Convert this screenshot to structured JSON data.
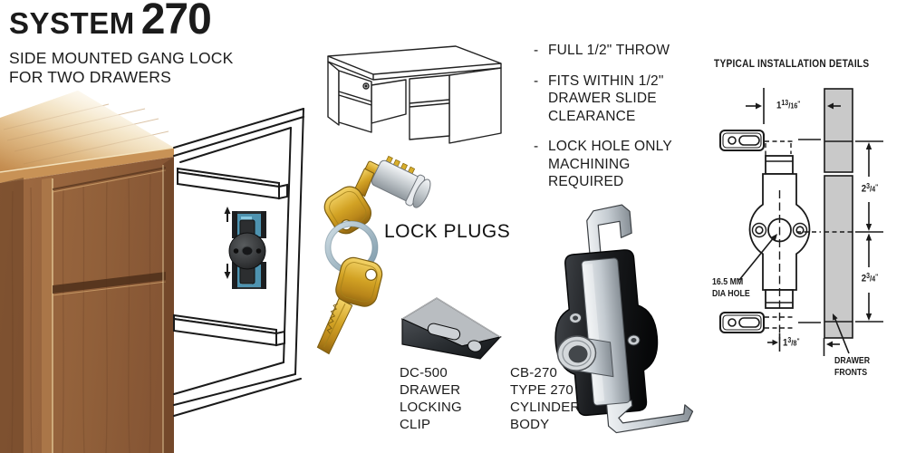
{
  "header": {
    "title_word": "SYSTEM",
    "title_number": "270",
    "subtitle_line1": "SIDE MOUNTED GANG LOCK",
    "subtitle_line2": "FOR TWO DRAWERS"
  },
  "features": {
    "bullet": "-",
    "items": [
      {
        "lines": [
          "FULL 1/2\" THROW"
        ]
      },
      {
        "lines": [
          "FITS WITHIN 1/2\"",
          "DRAWER SLIDE",
          "CLEARANCE"
        ]
      },
      {
        "lines": [
          "LOCK HOLE ONLY",
          "MACHINING",
          "REQUIRED"
        ]
      }
    ]
  },
  "parts": {
    "lock_plugs_label": "LOCK PLUGS",
    "dc500_lines": [
      "DC-500",
      "DRAWER",
      "LOCKING",
      "CLIP"
    ],
    "cb270_lines": [
      "CB-270",
      "TYPE 270",
      "CYLINDER",
      "BODY"
    ]
  },
  "installation": {
    "title": "TYPICAL INSTALLATION DETAILS",
    "hole_label_line1": "16.5 MM",
    "hole_label_line2": "DIA HOLE",
    "drawer_fronts_line1": "DRAWER",
    "drawer_fronts_line2": "FRONTS",
    "dims": {
      "top_offset": {
        "whole": "1",
        "numerator": "13",
        "denominator": "16",
        "unit": "\""
      },
      "upper_spacing": {
        "whole": "2",
        "numerator": "3",
        "denominator": "4",
        "unit": "\""
      },
      "lower_spacing": {
        "whole": "2",
        "numerator": "3",
        "denominator": "4",
        "unit": "\""
      },
      "bottom_offset": {
        "whole": "1",
        "numerator": "3",
        "denominator": "8",
        "unit": "\""
      }
    }
  },
  "colors": {
    "drawer_front_gray": "#c9c9c9",
    "line_black": "#1a1a1a",
    "wood_light": "#d9a968",
    "wood_medium": "#96613c",
    "wood_dark": "#6b4226",
    "key_gold": "#d4a92c",
    "clip_teal": "#5b9cb8",
    "metal_chrome": "#c8ccd0",
    "housing_black": "#1e2022"
  }
}
